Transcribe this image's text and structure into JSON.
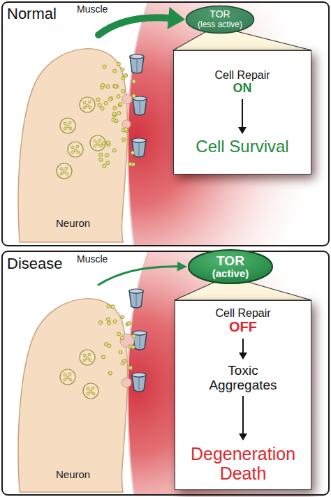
{
  "diagram": {
    "nodes": [
      {
        "text": [
          "Neuron"
        ]
      },
      {
        "text": [
          "TOR",
          "(less active)"
        ]
      },
      {
        "text": [
          "Cell Repair",
          "ON",
          "Cell Survival"
        ]
      },
      {
        "text": [
          "Neuron"
        ]
      },
      {
        "text": [
          "TOR",
          "(active)"
        ]
      },
      {
        "text": [
          "Cell Repair",
          "OFF",
          "Toxic Aggregates",
          "Degeneration Death"
        ]
      }
    ],
    "edges": [
      {
        "from": 0,
        "to": 1,
        "arrow": "to"
      },
      {
        "from": 1,
        "to": 2,
        "arrow": "none"
      },
      {
        "from": 3,
        "to": 4,
        "arrow": "to"
      },
      {
        "from": 4,
        "to": 5,
        "arrow": "none"
      }
    ],
    "labels": [
      "Normal",
      "Muscle",
      "Disease",
      "Muscle"
    ]
  }
}
